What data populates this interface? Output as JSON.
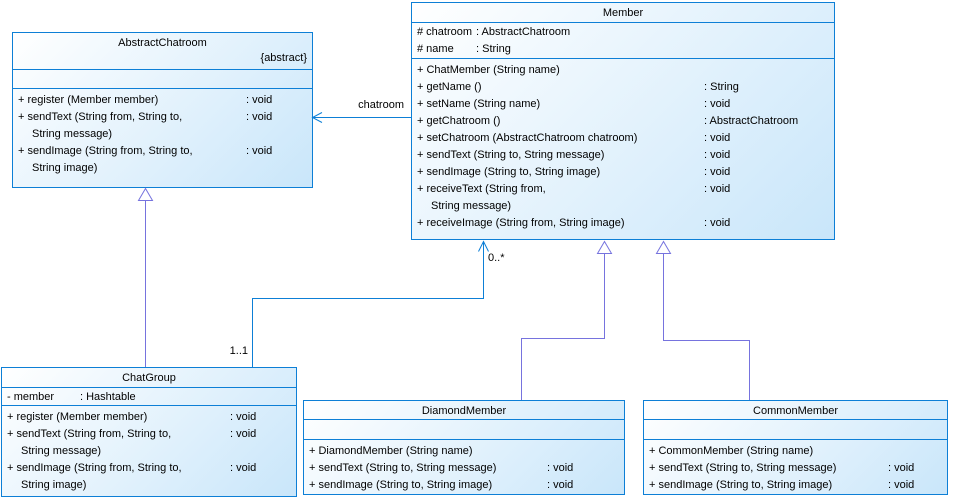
{
  "colors": {
    "border": "#0d7fd6",
    "fill-start": "#ffffff",
    "fill-end": "#c9e6fa",
    "generalization": "#7673de",
    "text": "#000000"
  },
  "classes": {
    "abstractChatroom": {
      "name": "AbstractChatroom",
      "stereotype": "{abstract}",
      "methods": [
        {
          "sig": "+ register (Member member)",
          "type": ": void"
        },
        {
          "sig": "+ sendText (String from, String to,",
          "type": ": void"
        },
        {
          "sig": "String message)",
          "type": ""
        },
        {
          "sig": "+ sendImage (String from, String to,",
          "type": ": void"
        },
        {
          "sig": "String image)",
          "type": ""
        }
      ]
    },
    "member": {
      "name": "Member",
      "attributes": [
        {
          "sig": "# chatroom",
          "type": ": AbstractChatroom"
        },
        {
          "sig": "# name",
          "type": ": String"
        }
      ],
      "methods": [
        {
          "sig": "+ ChatMember (String name)",
          "type": ""
        },
        {
          "sig": "+ getName ()",
          "type": ": String"
        },
        {
          "sig": "+ setName (String name)",
          "type": ": void"
        },
        {
          "sig": "+ getChatroom ()",
          "type": ": AbstractChatroom"
        },
        {
          "sig": "+ setChatroom (AbstractChatroom chatroom)",
          "type": ": void"
        },
        {
          "sig": "+ sendText (String to, String message)",
          "type": ": void"
        },
        {
          "sig": "+ sendImage (String to, String image)",
          "type": ": void"
        },
        {
          "sig": "+ receiveText (String from,",
          "type": ": void"
        },
        {
          "sig": "String message)",
          "type": ""
        },
        {
          "sig": "+ receiveImage (String from, String image)",
          "type": ": void"
        }
      ]
    },
    "chatGroup": {
      "name": "ChatGroup",
      "attributes": [
        {
          "sig": "- member",
          "type": ": Hashtable"
        }
      ],
      "methods": [
        {
          "sig": "+ register (Member member)",
          "type": ": void"
        },
        {
          "sig": "+ sendText (String from, String to,",
          "type": ": void"
        },
        {
          "sig": "String message)",
          "type": ""
        },
        {
          "sig": "+ sendImage (String from, String to,",
          "type": ": void"
        },
        {
          "sig": "String image)",
          "type": ""
        }
      ]
    },
    "diamondMember": {
      "name": "DiamondMember",
      "methods": [
        {
          "sig": "+ DiamondMember (String name)",
          "type": ""
        },
        {
          "sig": "+ sendText (String to, String message)",
          "type": ": void"
        },
        {
          "sig": "+ sendImage (String to, String image)",
          "type": ": void"
        }
      ]
    },
    "commonMember": {
      "name": "CommonMember",
      "methods": [
        {
          "sig": "+ CommonMember (String name)",
          "type": ""
        },
        {
          "sig": "+ sendText (String to, String message)",
          "type": ": void"
        },
        {
          "sig": "+ sendImage (String to, String image)",
          "type": ": void"
        }
      ]
    }
  },
  "relations": {
    "memberChatroom": {
      "kind": "association",
      "label": "chatroom"
    },
    "chatgroupMember": {
      "kind": "association",
      "sourceMultiplicity": "1..1",
      "targetMultiplicity": "0..*"
    },
    "chatgroupGeneralization": {
      "kind": "generalization"
    },
    "diamondGeneralization": {
      "kind": "generalization"
    },
    "commonGeneralization": {
      "kind": "generalization"
    }
  }
}
